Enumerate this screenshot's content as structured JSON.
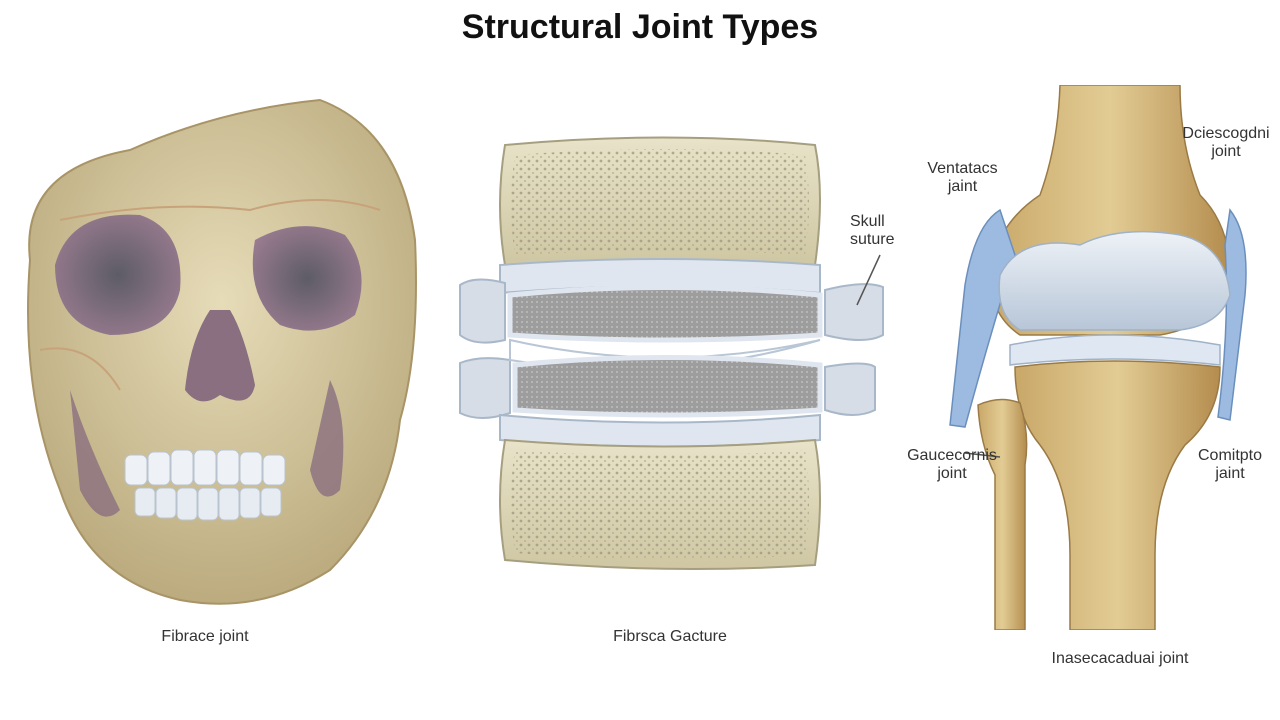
{
  "title": "Structural Joint Types",
  "panels": {
    "skull": {
      "caption": "Fibrace joint"
    },
    "spine": {
      "caption": "Fibrsca Gacture"
    },
    "knee": {
      "caption": "Inasecacaduai joint"
    }
  },
  "callouts": {
    "skull_suture": {
      "line1": "Skull",
      "line2": "suture"
    },
    "vertebrae": {
      "line1": "Ventatacs",
      "line2": "jaint"
    },
    "top_right": {
      "line1": "Dciescogdni",
      "line2": "joint"
    },
    "left_fibula": {
      "line1": "Gaucecornis",
      "line2": "joint"
    },
    "right_lower": {
      "line1": "Comitpto",
      "line2": "jaint"
    }
  },
  "colors": {
    "bone": "#d9cfa8",
    "bone_shadow": "#b8a77a",
    "eye_socket": "#8a6f80",
    "cartilage": "#c9d6e6",
    "disc": "#a9a9a9",
    "ligament": "#8fb2d9"
  }
}
